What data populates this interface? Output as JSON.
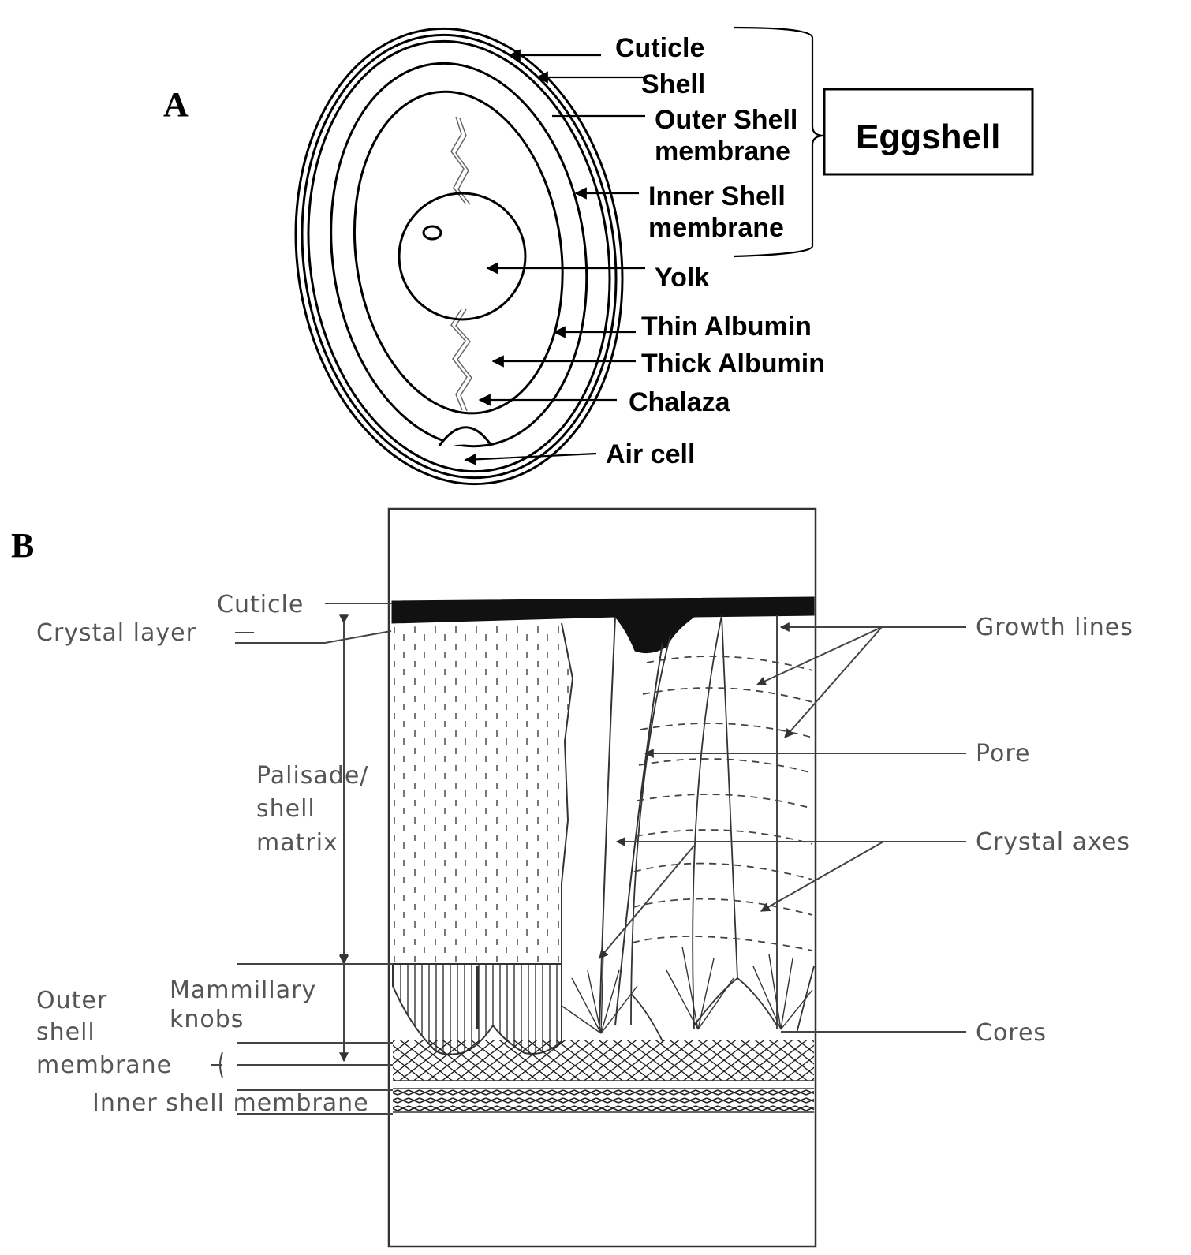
{
  "panel_a": {
    "letter": "A",
    "labels": {
      "cuticle": "Cuticle",
      "shell": "Shell",
      "outer_shell_membrane_1": "Outer Shell",
      "outer_shell_membrane_2": "membrane",
      "inner_shell_membrane_1": "Inner Shell",
      "inner_shell_membrane_2": "membrane",
      "yolk": "Yolk",
      "thin_albumin": "Thin Albumin",
      "thick_albumin": "Thick Albumin",
      "chalaza": "Chalaza",
      "air_cell": "Air cell"
    },
    "group_box": "Eggshell"
  },
  "panel_b": {
    "letter": "B",
    "labels": {
      "cuticle": "Cuticle",
      "crystal_layer": "Crystal layer",
      "palisade_1": "Palisade/",
      "palisade_2": "shell",
      "palisade_3": "matrix",
      "mammillary_1": "Mammillary",
      "mammillary_2": "knobs",
      "outer_membrane_1": "Outer",
      "outer_membrane_2": "shell",
      "outer_membrane_3": "membrane",
      "inner_membrane": "Inner shell membrane",
      "growth_lines": "Growth lines",
      "pore": "Pore",
      "crystal_axes": "Crystal axes",
      "cores": "Cores"
    }
  }
}
